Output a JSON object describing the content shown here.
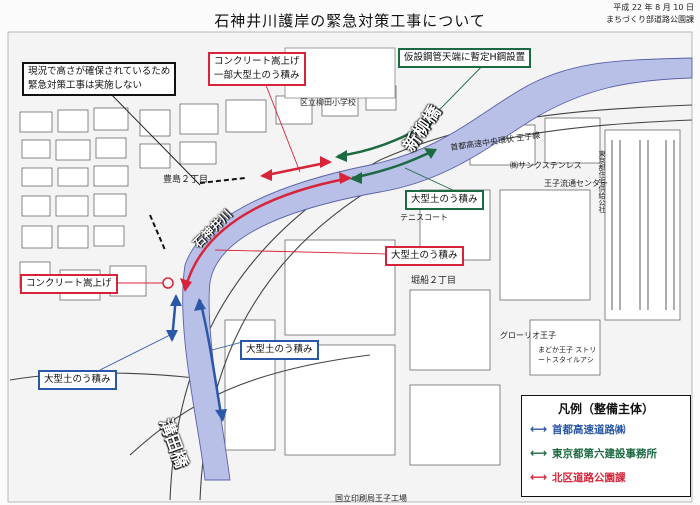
{
  "header": {
    "title": "石神井川護岸の緊急対策工事について",
    "date": "平成 22 年 8 月 10 日",
    "department": "まちづくり部道路公園課"
  },
  "colors": {
    "red": "#d8243a",
    "green": "#1c6a42",
    "blue": "#2a57a8",
    "river": "#b9c0e8"
  },
  "callouts": {
    "no_work": [
      "現況で高さが確保されているため",
      "緊急対策工事は実施しない"
    ],
    "concrete_partial": [
      "コンクリート嵩上げ",
      "一部大型土のう積み"
    ],
    "steel_sheet": "仮設鋼管天端に暫定H鋼設置",
    "sandbag_green": "大型土のう積み",
    "sandbag_red": "大型土のう積み",
    "concrete_raise": "コンクリート嵩上げ",
    "sandbag_blue_right": "大型土のう積み",
    "sandbag_blue_left": "大型土のう積み"
  },
  "map_labels": {
    "bridge_new": "新柳橋",
    "bridge_south": "溝田橋",
    "river": "石神井川",
    "school": "区立柳田小学校",
    "toshima": "豊島２丁目",
    "horifune": "堀船２丁目",
    "expressway": "首都高速中央環状 王子線",
    "oji_kita": "王子",
    "tennis": "テニスコート",
    "sunstaines": "㈱サンクステンレス",
    "center": "王子流通センター",
    "storage": "東京都住宅供給公社",
    "glory": "グローリオ王子",
    "madoka": "まどか王子 ストリートスタイルアシ",
    "hiroba": "国立印刷局王子工場"
  },
  "legend": {
    "title": "凡例（整備主体）",
    "items": [
      {
        "label": "首都高速道路㈱",
        "color": "#2a57a8"
      },
      {
        "label": "東京都第六建設事務所",
        "color": "#1c6a42"
      },
      {
        "label": "北区道路公園課",
        "color": "#d8243a"
      }
    ]
  }
}
